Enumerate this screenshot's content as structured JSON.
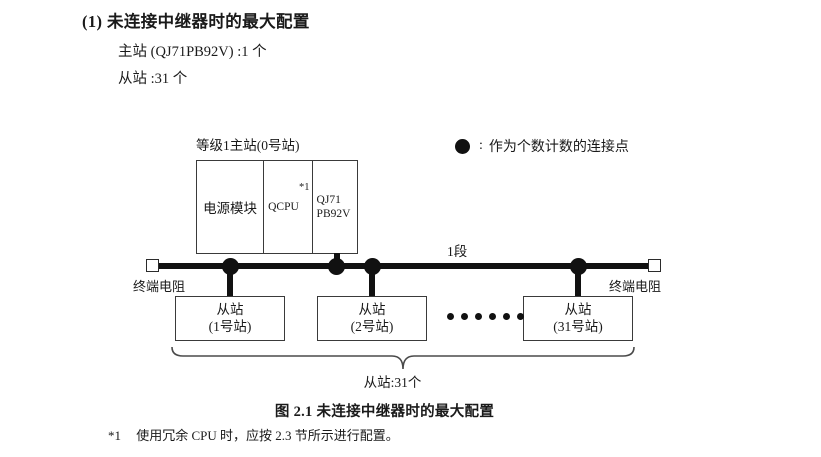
{
  "section": {
    "title": "(1) 未连接中继器时的最大配置",
    "line1": "主站 (QJ71PB92V) :1 个",
    "line2": "从站 :31 个"
  },
  "legend": {
    "symbol": "●",
    "separator": ":",
    "text": "作为个数计数的连接点"
  },
  "diagram": {
    "master": {
      "label": "等级1主站(0号站)",
      "cells": [
        {
          "name": "电源模块"
        },
        {
          "name": "QCPU",
          "note": "*1"
        },
        {
          "line1": "QJ71",
          "line2": "PB92V"
        }
      ]
    },
    "segment_label": "1段",
    "terminator_left_label": "终端电阻",
    "terminator_right_label": "终端电阻",
    "connection_nodes": 4,
    "slaves": [
      {
        "title": "从站",
        "station": "(1号站)"
      },
      {
        "title": "从站",
        "station": "(2号站)"
      },
      {
        "title": "从站",
        "station": "(31号站)"
      }
    ],
    "ellipsis_dots": 6,
    "brace_label": "从站:31个"
  },
  "caption": "图 2.1  未连接中继器时的最大配置",
  "footnote": {
    "mark": "*1",
    "text": "使用冗余 CPU 时，应按 2.3 节所示进行配置。"
  }
}
